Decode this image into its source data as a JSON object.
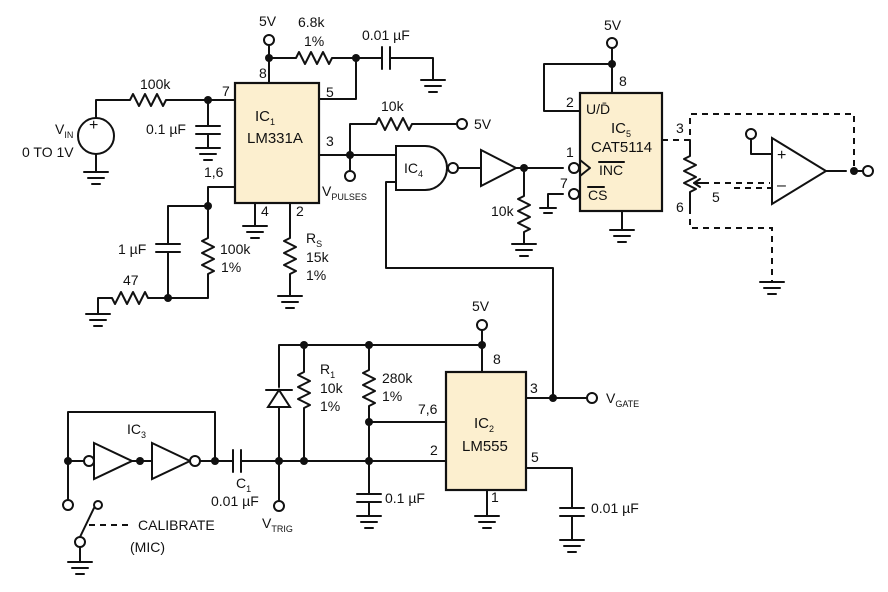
{
  "labels": {
    "supply_top": "5V",
    "r_6k8": "6.8k",
    "r_6k8_tol": "1%",
    "c_001_top": "0.01 µF",
    "r_100k_in": "100k",
    "vin_v": "V",
    "vin_sub": "IN",
    "vin_range": "0 TO 1V",
    "c_01_in": "0.1 µF",
    "ic1_name": "IC",
    "ic1_num": "1",
    "ic1_part": "LM331A",
    "pin_7": "7",
    "pin_8": "8",
    "pin_5": "5",
    "pin_3": "3",
    "pin_1_6": "1,6",
    "pin_4": "4",
    "pin_2": "2",
    "rs_r": "R",
    "rs_sub": "S",
    "rs_val": "15k",
    "rs_tol": "1%",
    "c_1uf": "1 µF",
    "r_100k_lo": "100k",
    "r_100k_lo_tol": "1%",
    "r_47": "47",
    "r_10k_pull": "10k",
    "supply_pull": "5V",
    "vpulses_v": "V",
    "vpulses_sub": "PULSES",
    "ic4_name": "IC",
    "ic4_num": "4",
    "r_10k_dn": "10k",
    "supply_ic5": "5V",
    "ic5_pin_8": "8",
    "ic5_pin_2": "2",
    "ic5_pin_1": "1",
    "ic5_pin_7": "7",
    "ic5_ud": "U/D̄",
    "ic5_name": "IC",
    "ic5_num": "5",
    "ic5_part": "CAT5114",
    "ic5_inc": "INC",
    "ic5_cs": "CS",
    "pot_3": "3",
    "pot_5": "5",
    "pot_6": "6",
    "opamp_plus": "+",
    "opamp_minus": "–",
    "supply_ic2": "5V",
    "ic2_pin_8": "8",
    "r1_r": "R",
    "r1_sub": "1",
    "r1_val": "10k",
    "r1_tol": "1%",
    "r_280k": "280k",
    "r_280k_tol": "1%",
    "ic2_pin_7_6": "7,6",
    "ic2_pin_3": "3",
    "ic2_pin_2": "2",
    "ic2_pin_5": "5",
    "ic2_pin_1": "1",
    "ic2_name": "IC",
    "ic2_num": "2",
    "ic2_part": "LM555",
    "vgate_v": "V",
    "vgate_sub": "GATE",
    "ic3_name": "IC",
    "ic3_num": "3",
    "c1_c": "C",
    "c1_sub": "1",
    "c1_val": "0.01 µF",
    "vtrig_v": "V",
    "vtrig_sub": "TRIG",
    "c_01_lo": "0.1 µF",
    "c_001_lo": "0.01 µF",
    "calibrate": "CALIBRATE",
    "mic": "(MIC)"
  }
}
